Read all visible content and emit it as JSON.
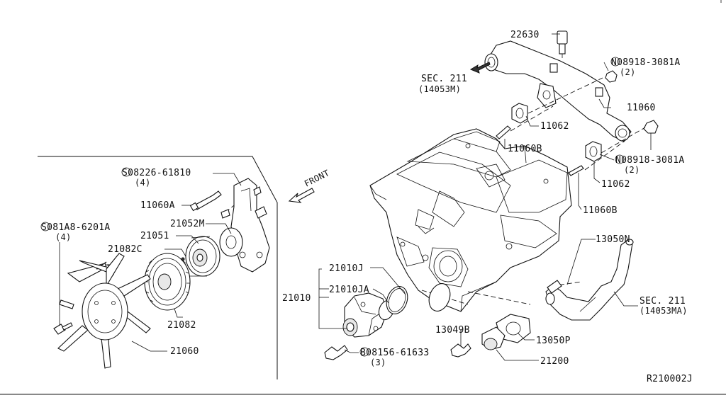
{
  "diagram": {
    "drawing_number": "R210002J",
    "front_label": "FRONT",
    "parts": {
      "p22630": "22630",
      "p08918_3081A_top": "N08918-3081A",
      "p08918_3081A_top_qty": "(2)",
      "sec211_top": "SEC. 211",
      "sec211_top_ref": "(14053M)",
      "p11060": "11060",
      "p11062_top": "11062",
      "p11060B_top": "11060B",
      "p08918_3081A_mid": "N08918-3081A",
      "p08918_3081A_mid_qty": "(2)",
      "p11062_mid": "11062",
      "p11060B_mid": "11060B",
      "p08226_61810": "S08226-61810",
      "p08226_61810_qty": "(4)",
      "p11060A": "11060A",
      "p21052M": "21052M",
      "p081A8_6201A": "S081A8-6201A",
      "p081A8_6201A_qty": "(4)",
      "p21051": "21051",
      "p21082C": "21082C",
      "p21082": "21082",
      "p21060": "21060",
      "p13050N": "13050N",
      "p21010J": "21010J",
      "p21010": "21010",
      "p21010JA": "21010JA",
      "sec211_right": "SEC. 211",
      "sec211_right_ref": "(14053MA)",
      "p13049B": "13049B",
      "p13050P": "13050P",
      "p08156_61633": "B08156-61633",
      "p08156_61633_qty": "(3)",
      "p21200": "21200"
    }
  }
}
